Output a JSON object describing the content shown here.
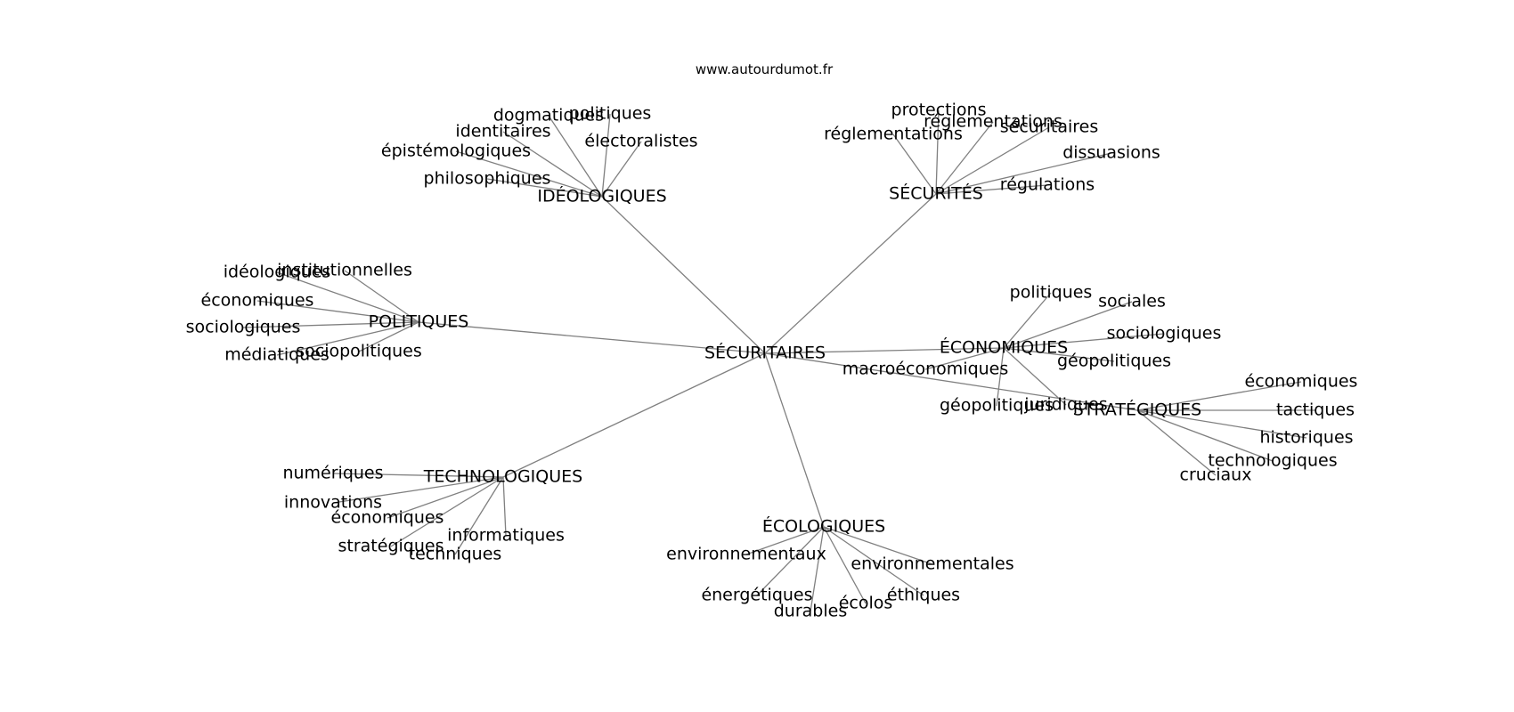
{
  "header": {
    "site": "www.autourdumot.fr"
  },
  "colors": {
    "edge": "#808080",
    "text": "#000000",
    "background": "#ffffff"
  },
  "graph": {
    "root": "SÉCURITAIRES",
    "nodes": {
      "root": "SÉCURITAIRES",
      "ideologiques": "IDÉOLOGIQUES",
      "securites": "SÉCURITÉS",
      "politiques": "POLITIQUES",
      "economiques": "ÉCONOMIQUES",
      "technologiques": "TECHNOLOGIQUES",
      "ecologiques": "ÉCOLOGIQUES",
      "strategiques": "STRATÉGIQUES",
      "ideo_dogmatiques": "dogmatiques",
      "ideo_politiques": "politiques",
      "ideo_identitaires": "identitaires",
      "ideo_electoralistes": "électoralistes",
      "ideo_epistemologiques": "épistémologiques",
      "ideo_philosophiques": "philosophiques",
      "sec_protections": "protections",
      "sec_reglementations_a": "réglementations",
      "sec_reglementations_b": "réglementations",
      "sec_securitaires": "sécuritaires",
      "sec_dissuasions": "dissuasions",
      "sec_regulations": "régulations",
      "pol_ideologiques": "idéologiques",
      "pol_institutionnelles": "institutionnelles",
      "pol_economiques": "économiques",
      "pol_sociologiques": "sociologiques",
      "pol_mediatiques": "médiatiques",
      "pol_sociopolitiques": "sociopolitiques",
      "eco_politiques": "politiques",
      "eco_sociales": "sociales",
      "eco_sociologiques": "sociologiques",
      "eco_geopolitiques_a": "géopolitiques",
      "eco_macroeconomiques": "macroéconomiques",
      "eco_geopolitiques_b": "géopolitiques",
      "eco_juridiques": "juridiques",
      "str_economiques": "économiques",
      "str_tactiques": "tactiques",
      "str_historiques": "historiques",
      "str_technologiques": "technologiques",
      "str_cruciaux": "cruciaux",
      "tech_numeriques": "numériques",
      "tech_innovations": "innovations",
      "tech_economiques": "économiques",
      "tech_strategiques": "stratégiques",
      "tech_informatiques": "informatiques",
      "tech_techniques": "techniques",
      "ecol_environnementaux": "environnementaux",
      "ecol_environnementales": "environnementales",
      "ecol_energetiques": "énergétiques",
      "ecol_ethiques": "éthiques",
      "ecol_durables": "durables",
      "ecol_ecolos": "écolos"
    },
    "edges": [
      [
        "root",
        "ideologiques"
      ],
      [
        "root",
        "securites"
      ],
      [
        "root",
        "politiques"
      ],
      [
        "root",
        "economiques"
      ],
      [
        "root",
        "technologiques"
      ],
      [
        "root",
        "ecologiques"
      ],
      [
        "root",
        "strategiques"
      ],
      [
        "ideologiques",
        "ideo_dogmatiques"
      ],
      [
        "ideologiques",
        "ideo_politiques"
      ],
      [
        "ideologiques",
        "ideo_identitaires"
      ],
      [
        "ideologiques",
        "ideo_electoralistes"
      ],
      [
        "ideologiques",
        "ideo_epistemologiques"
      ],
      [
        "ideologiques",
        "ideo_philosophiques"
      ],
      [
        "securites",
        "sec_protections"
      ],
      [
        "securites",
        "sec_reglementations_a"
      ],
      [
        "securites",
        "sec_reglementations_b"
      ],
      [
        "securites",
        "sec_securitaires"
      ],
      [
        "securites",
        "sec_dissuasions"
      ],
      [
        "securites",
        "sec_regulations"
      ],
      [
        "politiques",
        "pol_ideologiques"
      ],
      [
        "politiques",
        "pol_institutionnelles"
      ],
      [
        "politiques",
        "pol_economiques"
      ],
      [
        "politiques",
        "pol_sociologiques"
      ],
      [
        "politiques",
        "pol_mediatiques"
      ],
      [
        "politiques",
        "pol_sociopolitiques"
      ],
      [
        "economiques",
        "eco_politiques"
      ],
      [
        "economiques",
        "eco_sociales"
      ],
      [
        "economiques",
        "eco_sociologiques"
      ],
      [
        "economiques",
        "eco_geopolitiques_a"
      ],
      [
        "economiques",
        "eco_macroeconomiques"
      ],
      [
        "economiques",
        "eco_geopolitiques_b"
      ],
      [
        "economiques",
        "eco_juridiques"
      ],
      [
        "strategiques",
        "str_economiques"
      ],
      [
        "strategiques",
        "str_tactiques"
      ],
      [
        "strategiques",
        "str_historiques"
      ],
      [
        "strategiques",
        "str_technologiques"
      ],
      [
        "strategiques",
        "str_cruciaux"
      ],
      [
        "technologiques",
        "tech_numeriques"
      ],
      [
        "technologiques",
        "tech_innovations"
      ],
      [
        "technologiques",
        "tech_economiques"
      ],
      [
        "technologiques",
        "tech_strategiques"
      ],
      [
        "technologiques",
        "tech_informatiques"
      ],
      [
        "technologiques",
        "tech_techniques"
      ],
      [
        "ecologiques",
        "ecol_environnementaux"
      ],
      [
        "ecologiques",
        "ecol_environnementales"
      ],
      [
        "ecologiques",
        "ecol_energetiques"
      ],
      [
        "ecologiques",
        "ecol_ethiques"
      ],
      [
        "ecologiques",
        "ecol_durables"
      ],
      [
        "ecologiques",
        "ecol_ecolos"
      ]
    ]
  }
}
